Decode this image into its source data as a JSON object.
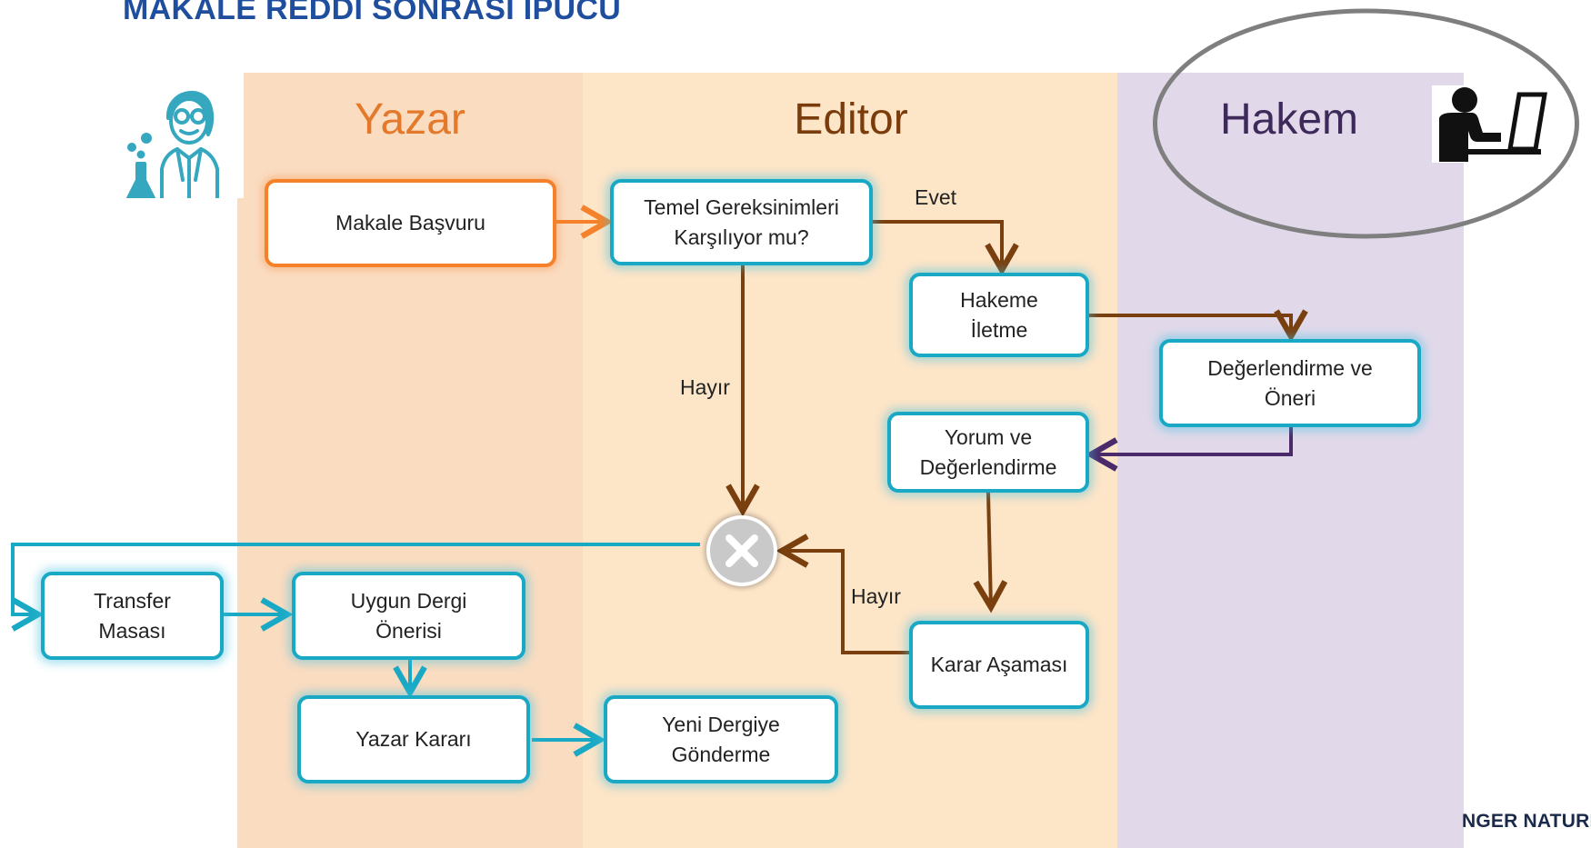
{
  "title": "MAKALE REDDİ SONRASI İPUCU",
  "lanes": {
    "yazar": "Yazar",
    "editor": "Editor",
    "hakem": "Hakem"
  },
  "boxes": {
    "makale_basvuru": "Makale Başvuru",
    "temel_gereksinimler": "Temel Gereksinimleri\nKarşılıyor mu?",
    "hakeme_iletme": "Hakeme\nİletme",
    "degerlendirme_oneri": "Değerlendirme ve\nÖneri",
    "yorum_degerlendirme": "Yorum ve\nDeğerlendirme",
    "karar_asamasi": "Karar Aşaması",
    "transfer_masasi": "Transfer\nMasası",
    "uygun_dergi": "Uygun Dergi\nÖnerisi",
    "yazar_karari": "Yazar Kararı",
    "yeni_dergi": "Yeni Dergiye\nGönderme"
  },
  "edge_labels": {
    "evet": "Evet",
    "hayir_1": "Hayır",
    "hayir_2": "Hayır"
  },
  "footer_logo": "NGER NATURE G",
  "icons": {
    "scientist": "scientist-icon",
    "reviewer": "reviewer-laptop-icon",
    "reject": "reject-x-icon"
  },
  "colors": {
    "yazar_lane": "#fadcc1",
    "editor_lane": "#fde5c8",
    "hakem_lane": "#e1d9ea",
    "box_border": "#1aa9c5",
    "start_box_border": "#f5822a",
    "editor_arrow": "#7a3f0e",
    "hakem_arrow": "#4a2a6a",
    "title": "#1f4e9e"
  }
}
